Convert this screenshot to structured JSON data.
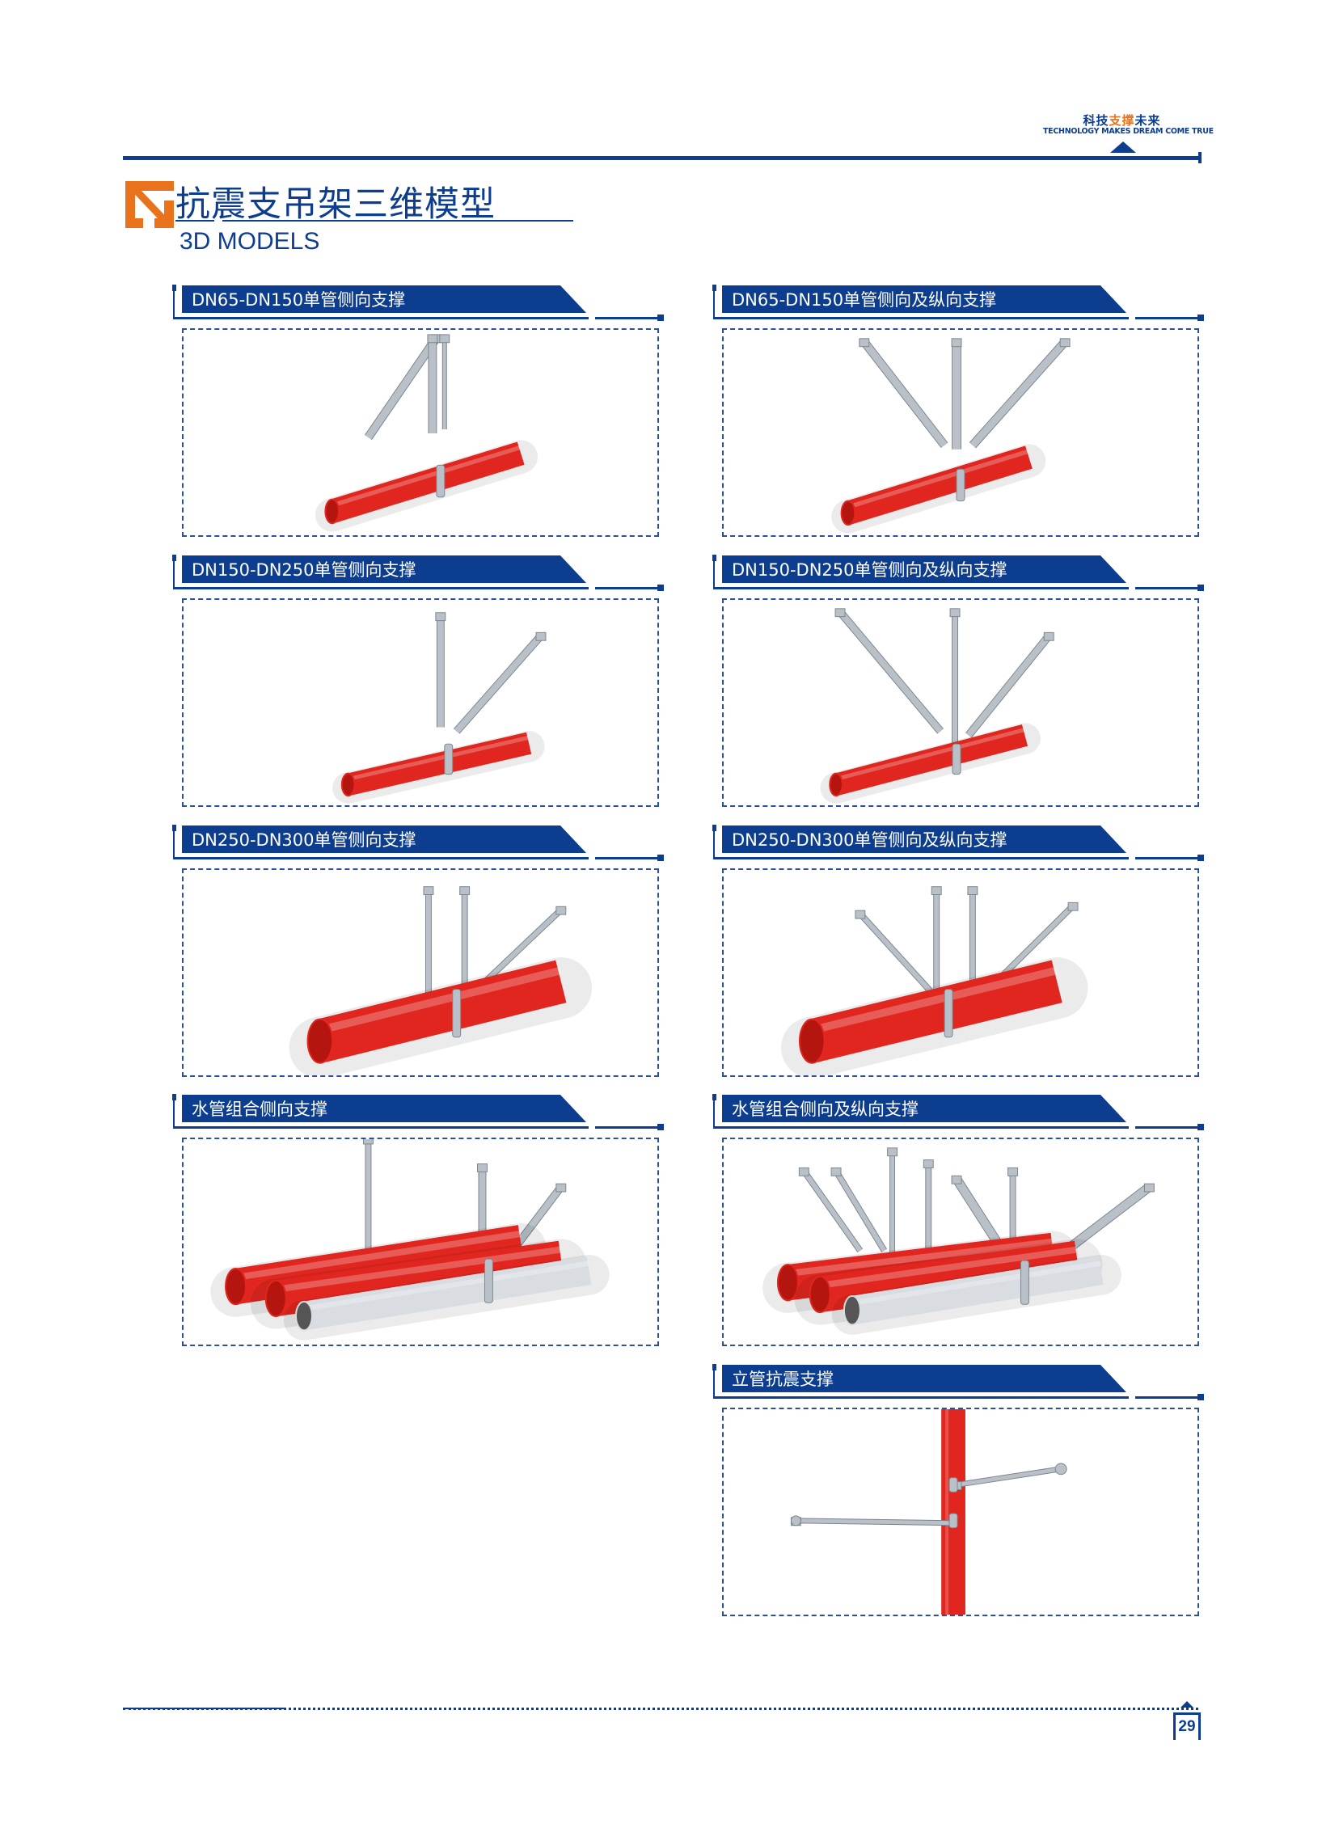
{
  "header": {
    "tagline_cn_part1": "科技",
    "tagline_cn_highlight": "支撑",
    "tagline_cn_part2": "未来",
    "tagline_en": "TECHNOLOGY MAKES DREAM COME TRUE"
  },
  "section": {
    "title_cn": "抗震支吊架三维模型",
    "title_en": "3D MODELS"
  },
  "panels": [
    {
      "label": "DN65-DN150单管侧向支撑"
    },
    {
      "label": "DN65-DN150单管侧向及纵向支撑"
    },
    {
      "label": "DN150-DN250单管侧向支撑"
    },
    {
      "label": "DN150-DN250单管侧向及纵向支撑"
    },
    {
      "label": "DN250-DN300单管侧向支撑"
    },
    {
      "label": "DN250-DN300单管侧向及纵向支撑"
    },
    {
      "label": "水管组合侧向支撑"
    },
    {
      "label": "水管组合侧向及纵向支撑"
    },
    {
      "label": "立管抗震支撑"
    }
  ],
  "footer": {
    "page_number": "29"
  },
  "colors": {
    "brand_blue": "#0d3d8f",
    "accent_orange": "#e8731c",
    "pipe_red": "#e0261f"
  }
}
